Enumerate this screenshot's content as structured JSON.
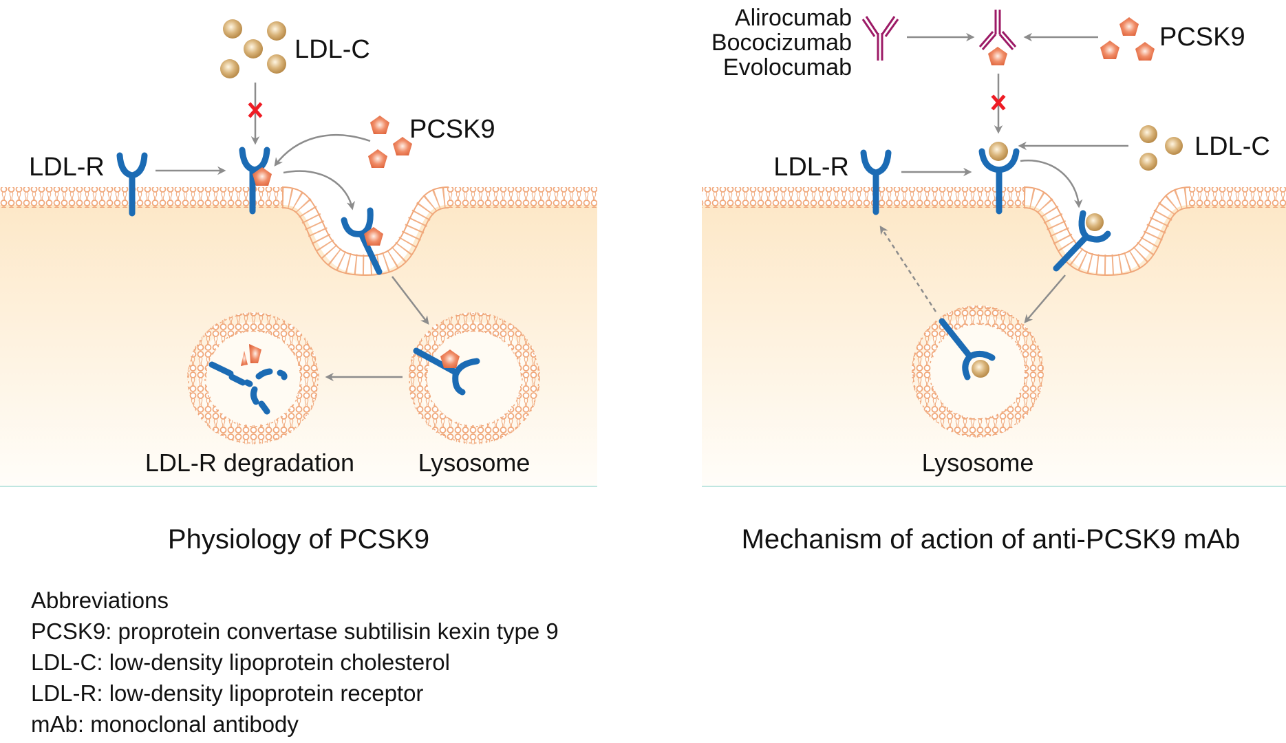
{
  "colors": {
    "receptor": "#1b6bb4",
    "lipid": "#f0a77a",
    "cytoplasm_top": "#fde8c8",
    "cytoplasm_bottom": "#fffdf9",
    "antibody": "#9c1a66",
    "ldl_c": "#c59a58",
    "pcsk9": "#e86e45",
    "arrow": "#8c8c8c",
    "block_x": "#ee1c24",
    "panel_line": "#bfe6e0"
  },
  "left_panel": {
    "title": "Physiology of PCSK9",
    "labels": {
      "ldl_c": "LDL-C",
      "pcsk9": "PCSK9",
      "ldl_r": "LDL-R",
      "degradation": "LDL-R degradation",
      "lysosome": "Lysosome"
    }
  },
  "right_panel": {
    "title": "Mechanism of action of anti-PCSK9 mAb",
    "drugs": [
      "Alirocumab",
      "Bococizumab",
      "Evolocumab"
    ],
    "labels": {
      "pcsk9": "PCSK9",
      "ldl_c": "LDL-C",
      "ldl_r": "LDL-R",
      "lysosome": "Lysosome"
    }
  },
  "abbreviations": {
    "heading": "Abbreviations",
    "items": [
      "PCSK9: proprotein convertase subtilisin kexin type 9",
      "LDL-C: low-density lipoprotein cholesterol",
      "LDL-R: low-density lipoprotein receptor",
      "mAb: monoclonal antibody"
    ]
  }
}
